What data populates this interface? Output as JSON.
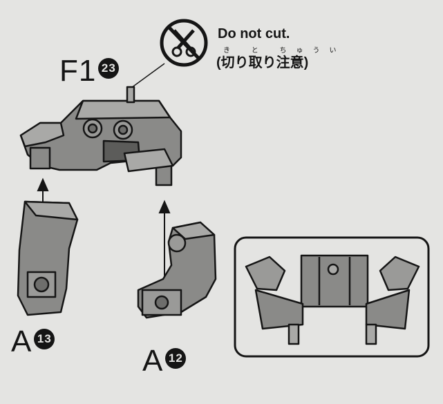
{
  "warning": {
    "icon": "no-cut-icon",
    "text_en": "Do not cut.",
    "text_jp": "(切り取り注意)",
    "ruby": "き と ちゅうい"
  },
  "parts": [
    {
      "id": "f1",
      "letter": "F1",
      "number": "23"
    },
    {
      "id": "a13",
      "letter": "A",
      "number": "13"
    },
    {
      "id": "a12",
      "letter": "A",
      "number": "12"
    }
  ],
  "colors": {
    "background": "#e4e4e2",
    "part_gray": "#8a8a88",
    "outline": "#151515"
  }
}
